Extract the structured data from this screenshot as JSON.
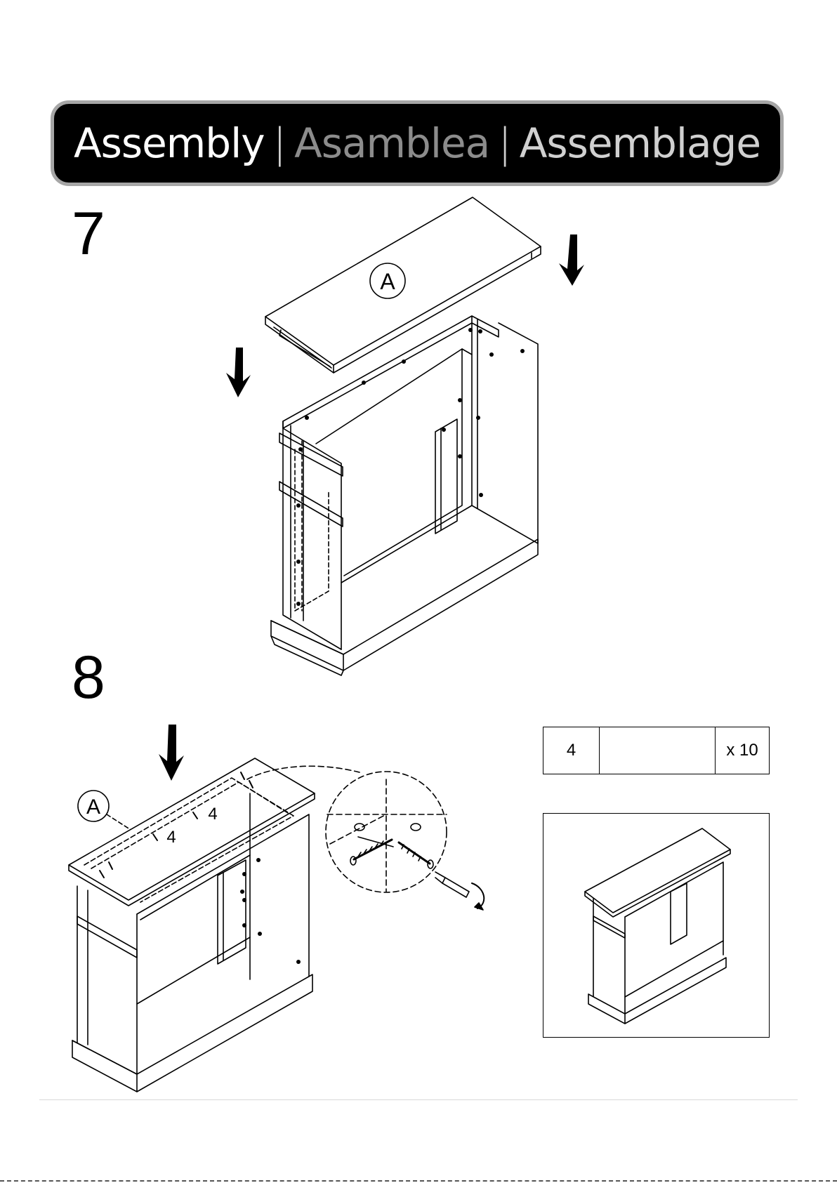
{
  "header": {
    "title_en": "Assembly",
    "title_es": "Asamblea",
    "title_fr": "Assemblage",
    "separator": "|"
  },
  "step7": {
    "number": "7",
    "part_label": "A"
  },
  "step8": {
    "number": "8",
    "part_label": "A",
    "screw_count_labels": [
      "4",
      "4"
    ],
    "hardware": {
      "part_number": "4",
      "icon": "screw-icon",
      "quantity": "x 10"
    }
  }
}
